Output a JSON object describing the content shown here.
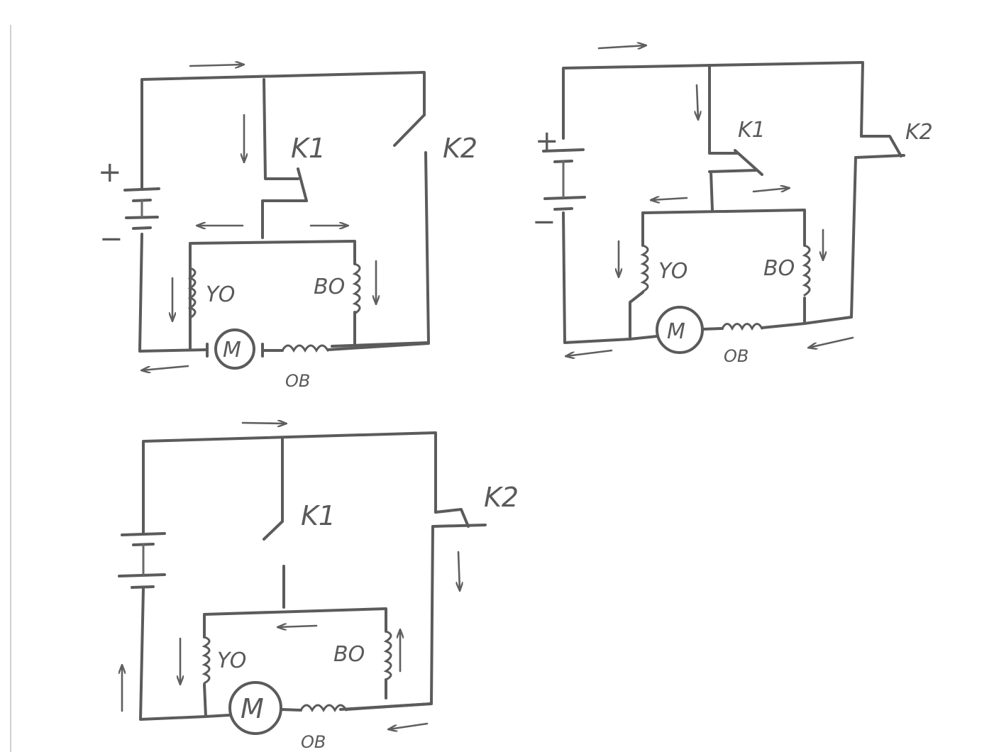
{
  "diagrams": [
    {
      "plus": "+",
      "minus": "−",
      "k1": "K1",
      "k2": "K2",
      "yo": "YO",
      "bo": "BO",
      "motor": "M",
      "ob": "OB"
    },
    {
      "plus": "+",
      "minus": "−",
      "k1": "K1",
      "k2": "K2",
      "yo": "YO",
      "bo": "BO",
      "motor": "M",
      "ob": "OB"
    },
    {
      "k1": "K1",
      "k2": "K2",
      "yo": "YO",
      "bo": "BO",
      "motor": "M",
      "ob": "OB"
    }
  ]
}
